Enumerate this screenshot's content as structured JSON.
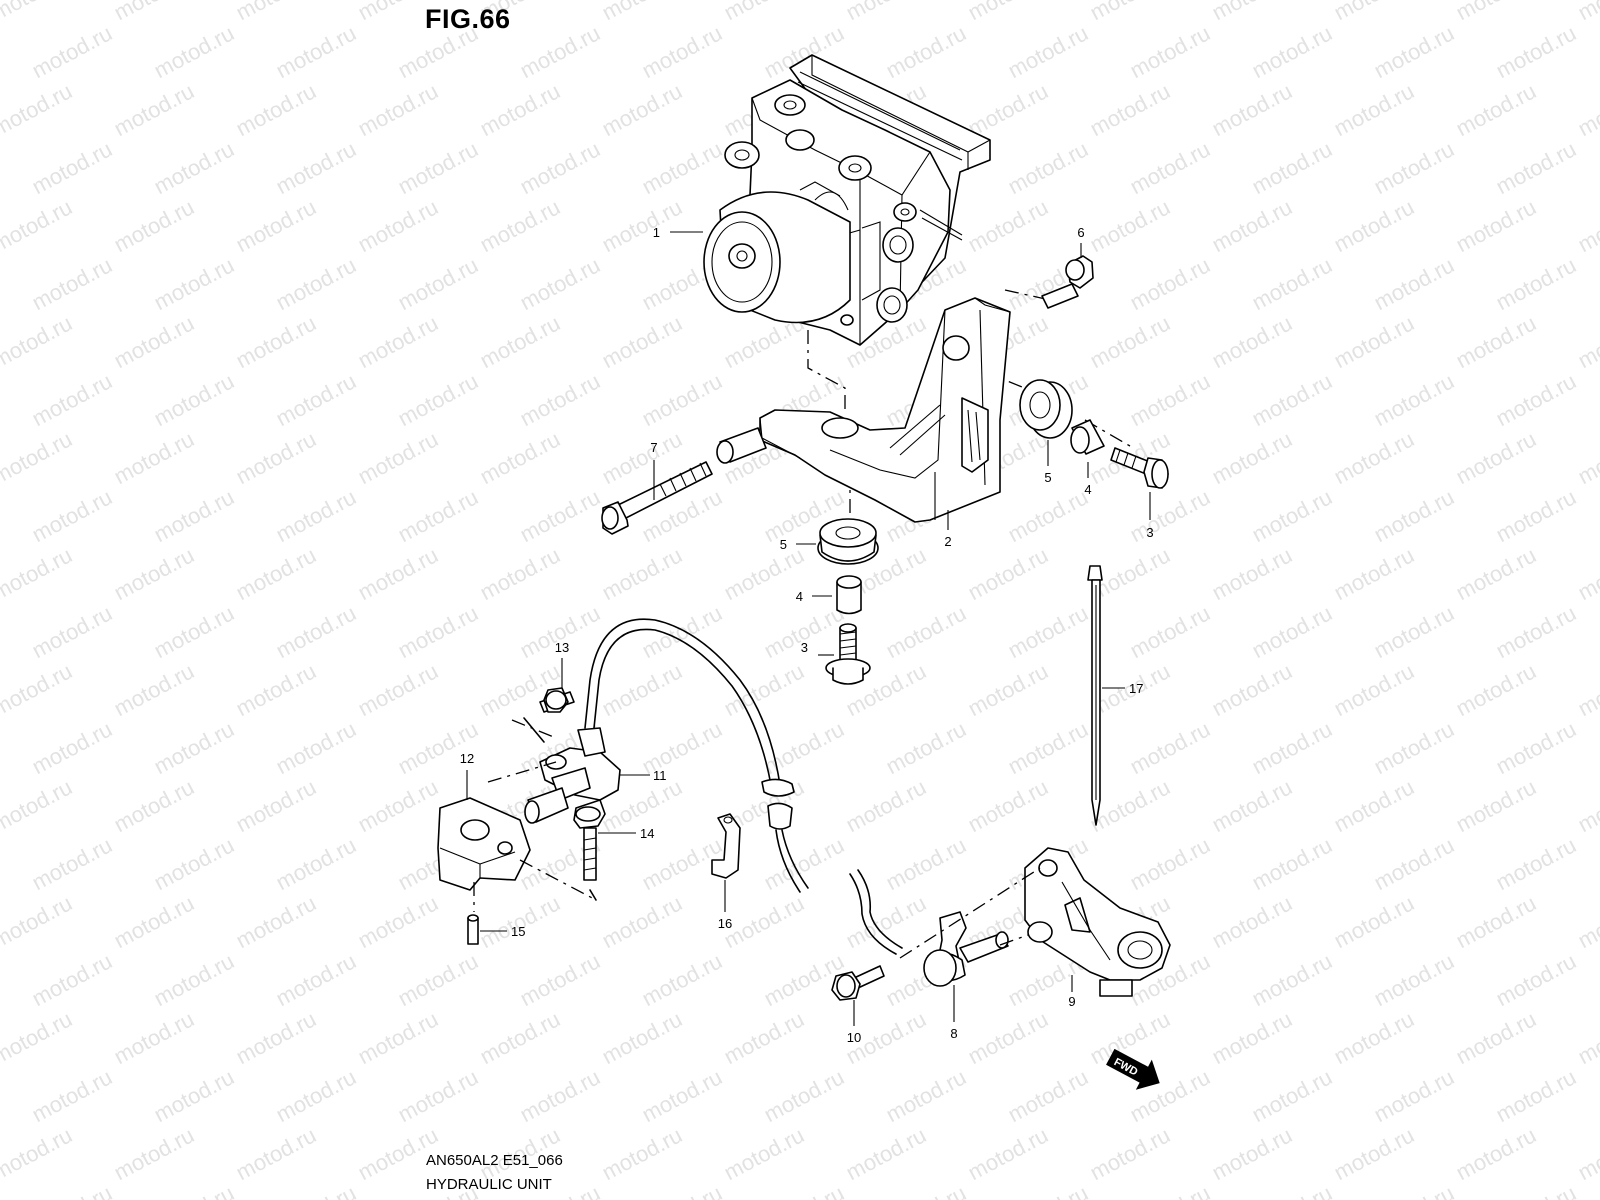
{
  "figure": {
    "title": "FIG.66",
    "code": "AN650AL2 E51_066",
    "name": "HYDRAULIC UNIT"
  },
  "watermark": "motod.ru",
  "fwd_label": "FWD",
  "parts": [
    {
      "id": "part-1",
      "num": "1"
    },
    {
      "id": "part-2",
      "num": "2"
    },
    {
      "id": "part-3a",
      "num": "3"
    },
    {
      "id": "part-3b",
      "num": "3"
    },
    {
      "id": "part-4a",
      "num": "4"
    },
    {
      "id": "part-4b",
      "num": "4"
    },
    {
      "id": "part-5a",
      "num": "5"
    },
    {
      "id": "part-5b",
      "num": "5"
    },
    {
      "id": "part-6",
      "num": "6"
    },
    {
      "id": "part-7",
      "num": "7"
    },
    {
      "id": "part-8",
      "num": "8"
    },
    {
      "id": "part-9",
      "num": "9"
    },
    {
      "id": "part-10",
      "num": "10"
    },
    {
      "id": "part-11",
      "num": "11"
    },
    {
      "id": "part-12",
      "num": "12"
    },
    {
      "id": "part-13",
      "num": "13"
    },
    {
      "id": "part-14",
      "num": "14"
    },
    {
      "id": "part-15",
      "num": "15"
    },
    {
      "id": "part-16",
      "num": "16"
    },
    {
      "id": "part-17",
      "num": "17"
    }
  ]
}
